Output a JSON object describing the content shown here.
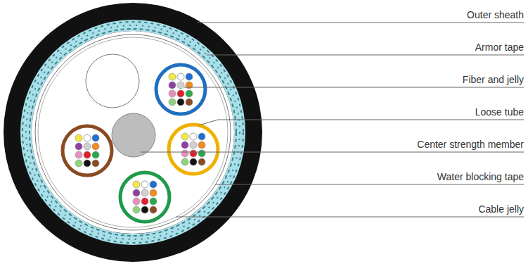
{
  "diagram": {
    "labels": [
      "Outer sheath",
      "Armor tape",
      "Fiber and jelly",
      "Loose tube",
      "Center strength member",
      "Water blocking tape",
      "Cable jelly"
    ]
  }
}
